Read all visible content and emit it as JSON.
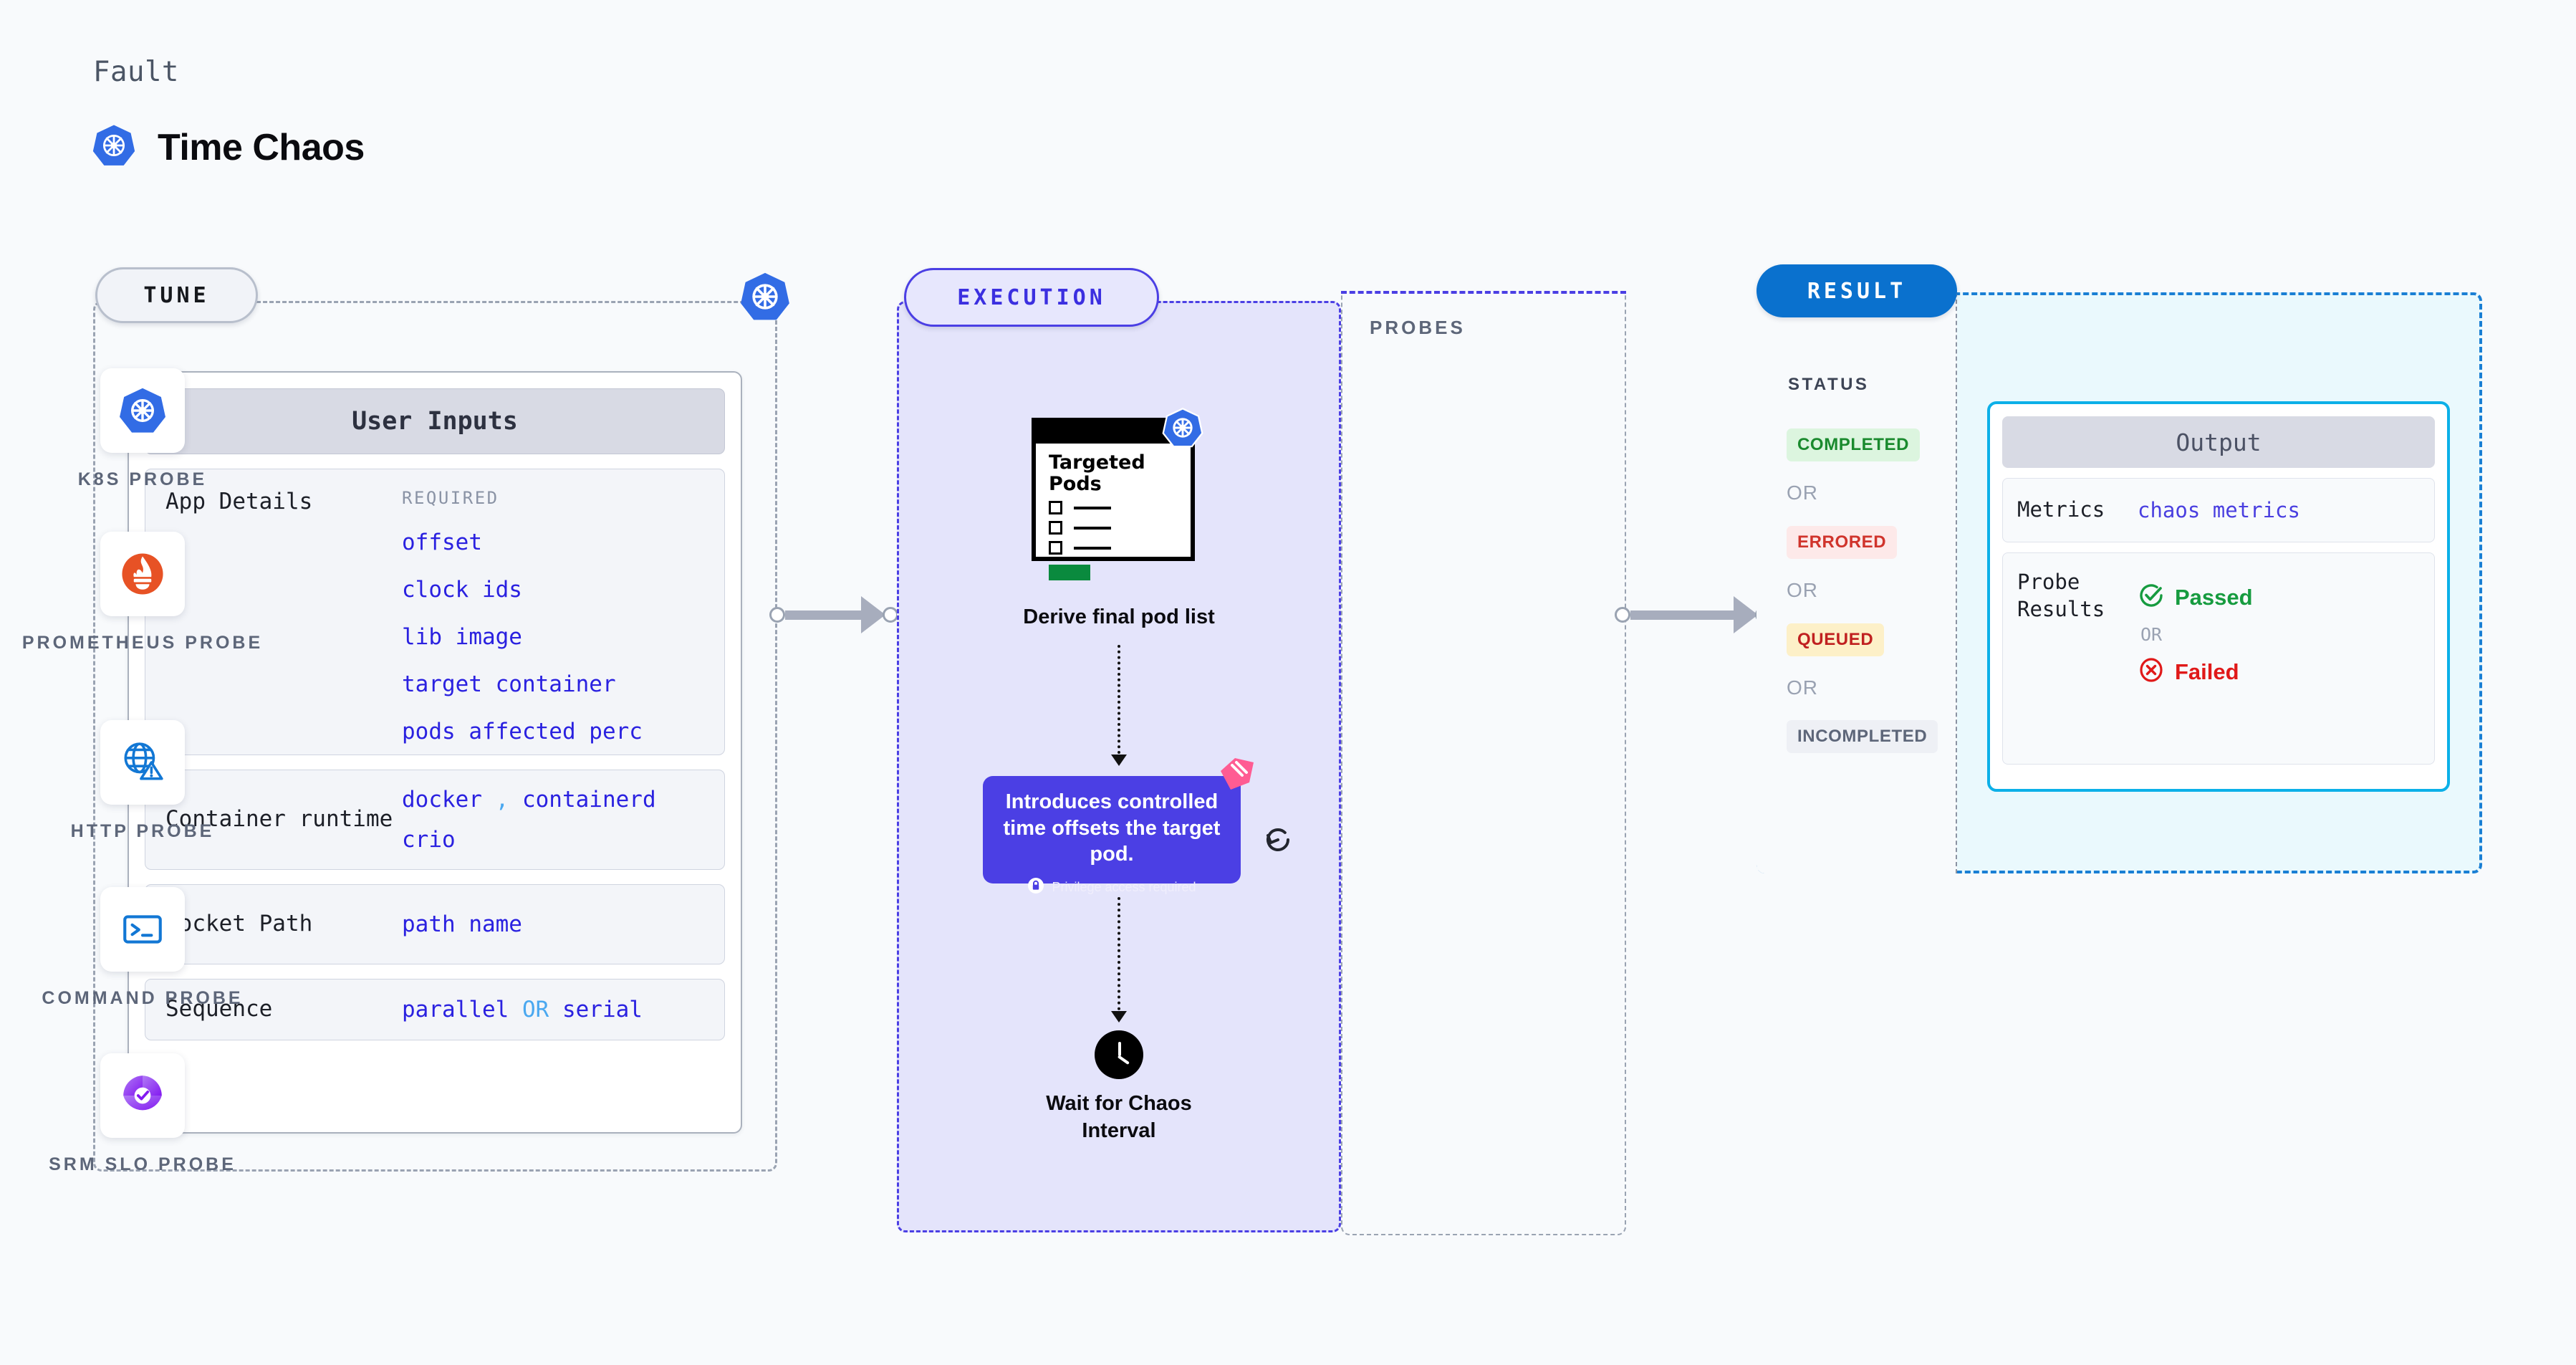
{
  "header": {
    "eyebrow": "Fault",
    "title": "Time Chaos",
    "icon": "kubernetes-icon"
  },
  "tune": {
    "pill_label": "TUNE",
    "badge_icon": "kubernetes-icon",
    "card_title": "User Inputs",
    "rows": [
      {
        "label": "App Details",
        "required_label": "REQUIRED",
        "values": [
          "offset",
          "clock ids",
          "lib image",
          "target container",
          "pods affected perc"
        ]
      },
      {
        "label": "Container runtime",
        "values": [
          "docker , containerd",
          "crio"
        ]
      },
      {
        "label": "Socket Path",
        "values": [
          "path name"
        ]
      },
      {
        "label": "Sequence",
        "values": [
          "parallel OR serial"
        ],
        "or_word": "OR"
      }
    ]
  },
  "execution": {
    "pill_label": "EXECUTION",
    "doc": {
      "title_line1": "Targeted",
      "title_line2": "Pods",
      "icon": "kubernetes-icon"
    },
    "doc_caption": "Derive final pod list",
    "callout": {
      "text": "Introduces controlled time offsets the target pod.",
      "privilege_label": "Privilege access required",
      "privilege_icon": "lock-icon",
      "ribbon_icon": "ribbon-icon",
      "refresh_icon": "refresh-icon",
      "color": "#4b3fe4"
    },
    "wait": {
      "icon": "clock-icon",
      "caption_line1": "Wait for Chaos",
      "caption_line2": "Interval"
    }
  },
  "probes": {
    "title": "PROBES",
    "items": [
      {
        "label": "K8S PROBE",
        "icon": "kubernetes-icon"
      },
      {
        "label": "PROMETHEUS PROBE",
        "icon": "prometheus-icon"
      },
      {
        "label": "HTTP PROBE",
        "icon": "globe-warning-icon"
      },
      {
        "label": "COMMAND PROBE",
        "icon": "terminal-icon"
      },
      {
        "label": "SRM SLO PROBE",
        "icon": "srm-slo-icon"
      }
    ]
  },
  "result": {
    "pill_label": "RESULT",
    "status_title": "STATUS",
    "or_word": "OR",
    "statuses": [
      {
        "label": "COMPLETED",
        "bg": "#dcf5df",
        "fg": "#1a8a2e"
      },
      {
        "label": "ERRORED",
        "bg": "#fde9e9",
        "fg": "#d0342c"
      },
      {
        "label": "QUEUED",
        "bg": "#fdf0c8",
        "fg": "#c02020"
      },
      {
        "label": "INCOMPLETED",
        "bg": "#eef0f5",
        "fg": "#5d6679"
      }
    ],
    "output": {
      "title": "Output",
      "rows": [
        {
          "label": "Metrics",
          "value": "chaos metrics"
        },
        {
          "label": "Probe Results",
          "passed": "Passed",
          "failed": "Failed",
          "or_word": "OR",
          "passed_icon": "check-circle-icon",
          "failed_icon": "x-circle-icon"
        }
      ]
    }
  },
  "colors": {
    "accent_purple": "#4b3fe4",
    "accent_blue": "#0a71ce",
    "accent_cyan": "#0cb0e8",
    "k8s_blue": "#326ce5",
    "mono_blue": "#2a21e0"
  }
}
